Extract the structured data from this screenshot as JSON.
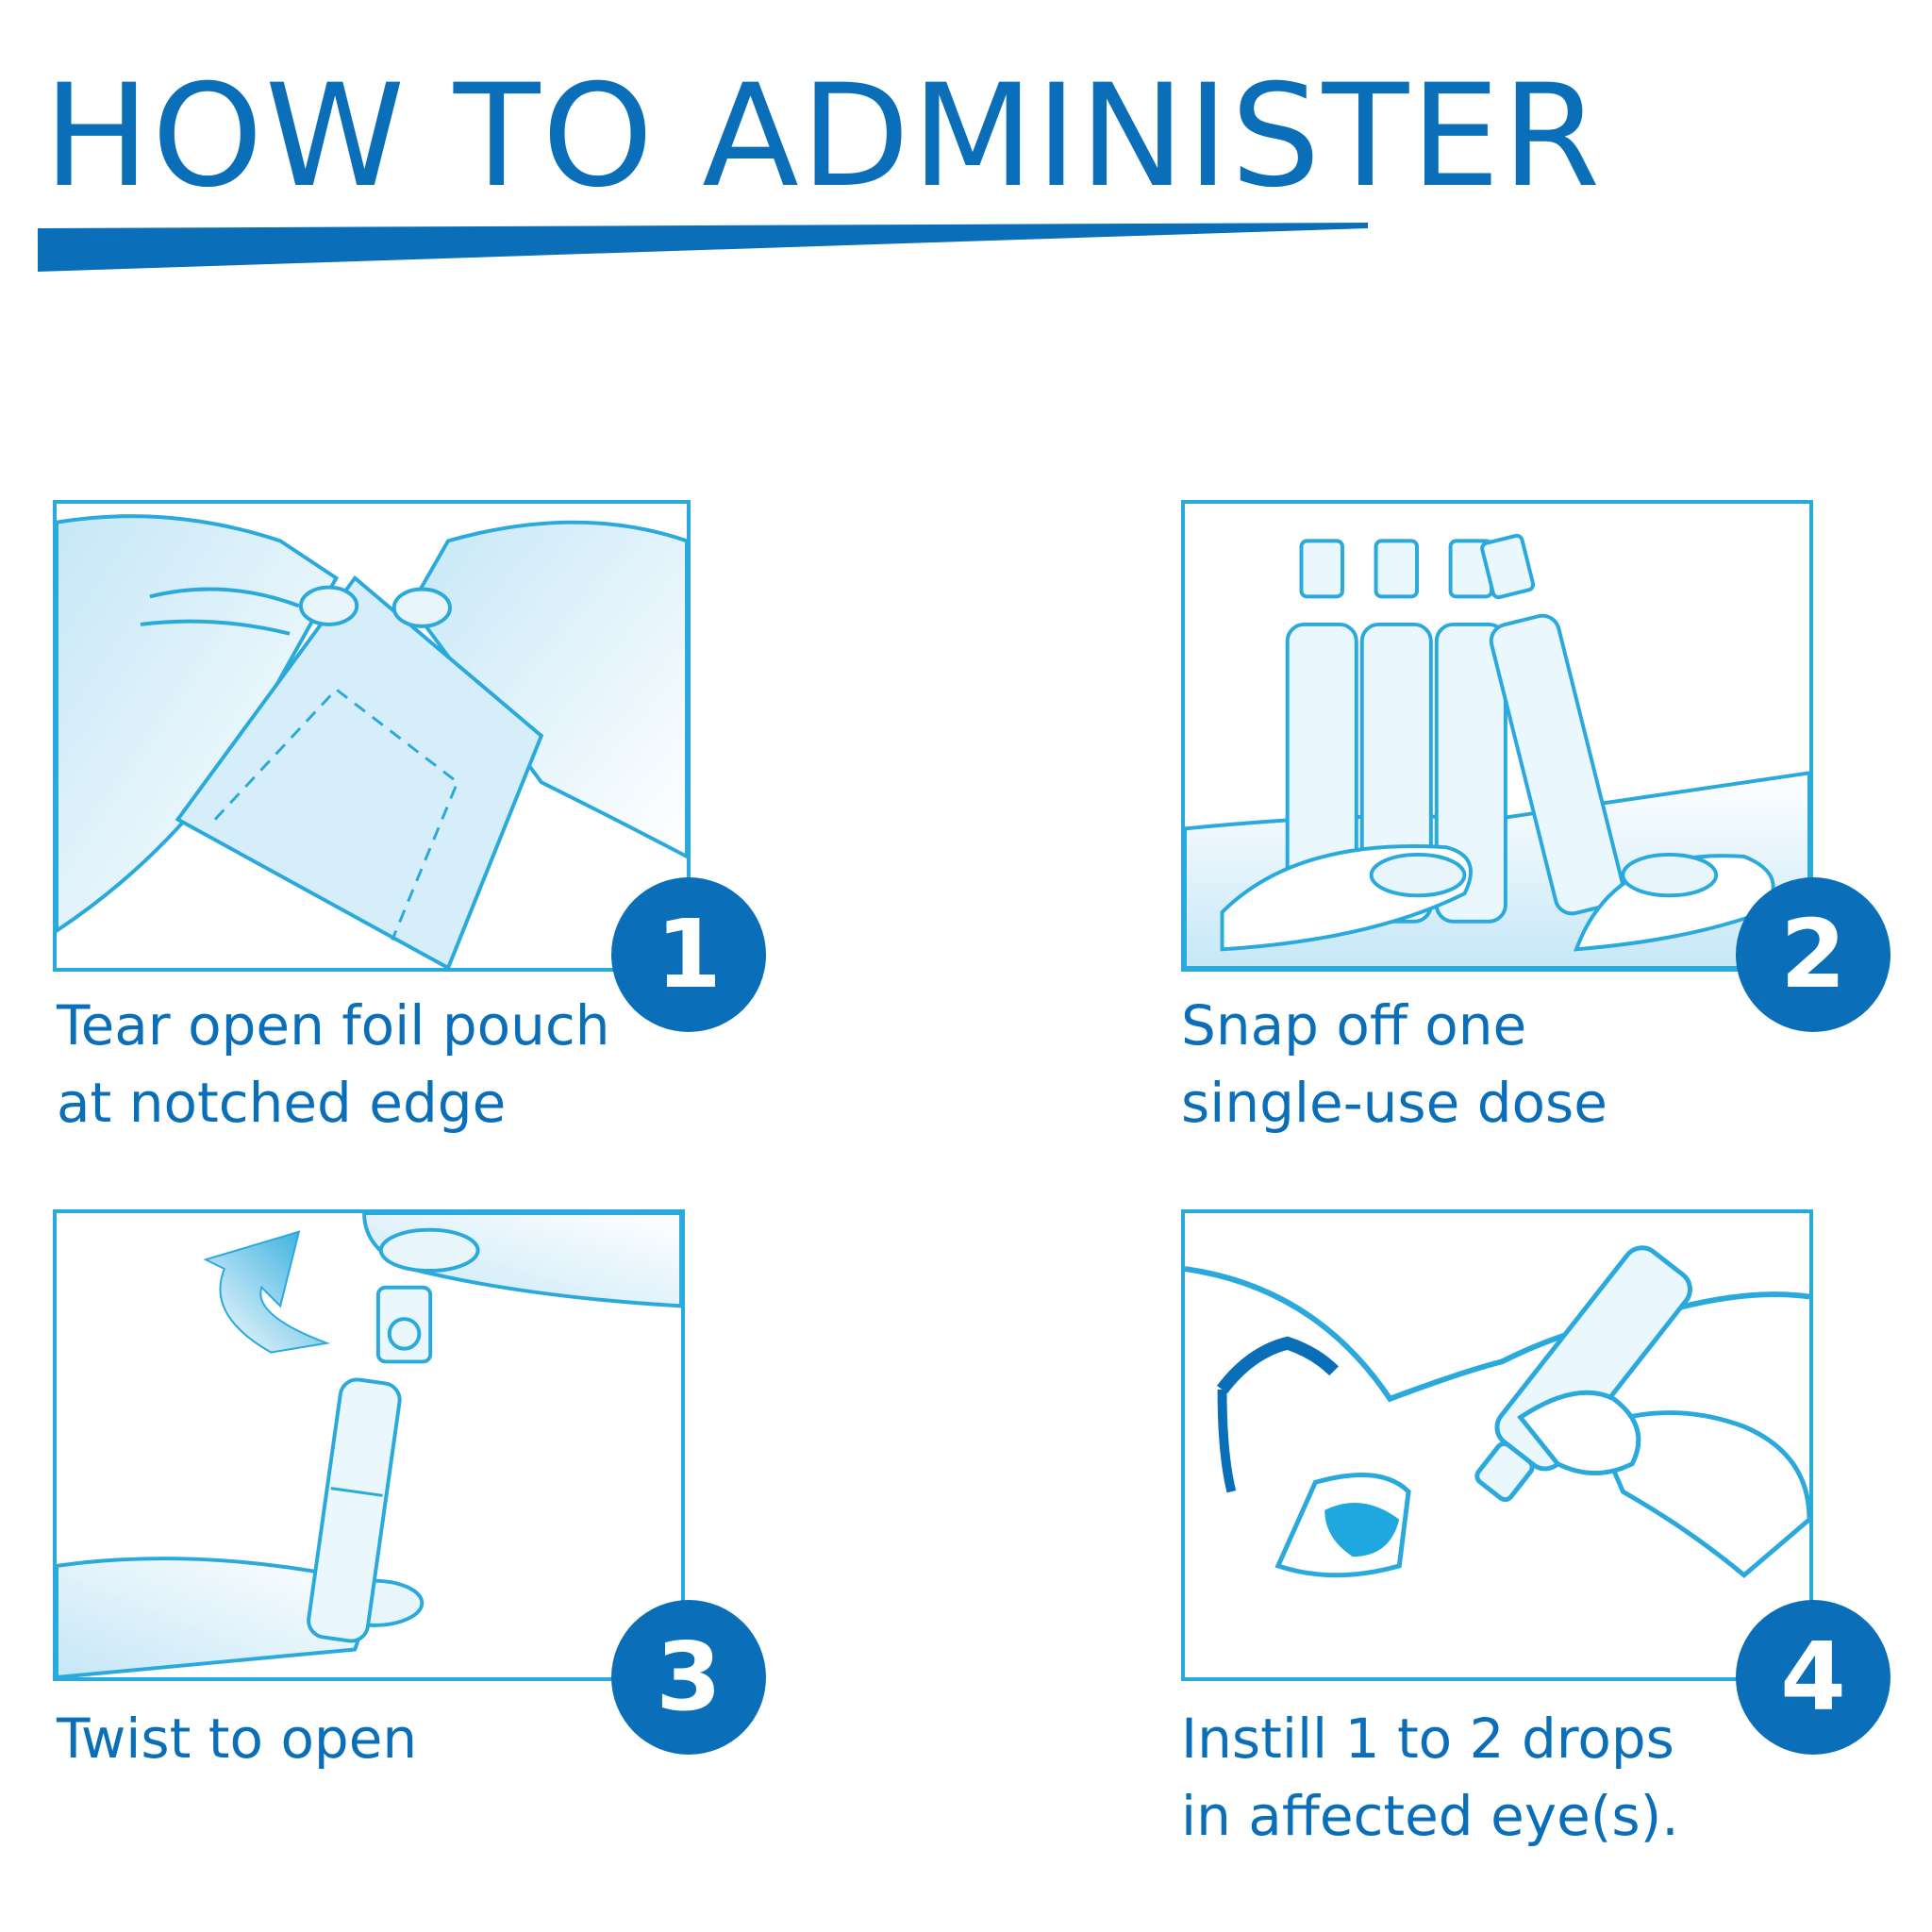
{
  "page": {
    "title": "HOW TO ADMINISTER"
  },
  "colors": {
    "brand_blue": "#0a6fb8",
    "frame_cyan": "#2aa9dd",
    "light_fill": "#d6eef9"
  },
  "steps": [
    {
      "number": "1",
      "caption": [
        "Tear open foil pouch",
        "at notched edge"
      ],
      "icon": "tear-pouch-illustration"
    },
    {
      "number": "2",
      "caption": [
        "Snap off one",
        "single-use dose"
      ],
      "icon": "snap-vial-illustration"
    },
    {
      "number": "3",
      "caption": [
        "Twist to open"
      ],
      "icon": "twist-vial-illustration"
    },
    {
      "number": "4",
      "caption": [
        "Instill 1 to 2 drops",
        "in affected eye(s)."
      ],
      "icon": "eye-drop-illustration"
    }
  ]
}
